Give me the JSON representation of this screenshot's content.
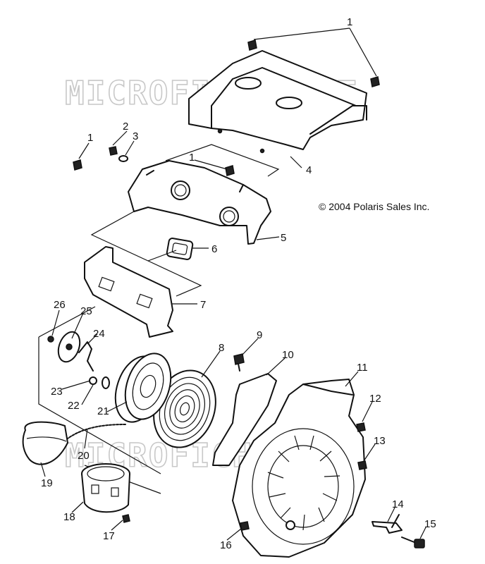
{
  "copyright": "© 2004 Polaris Sales Inc.",
  "watermark": "MICROFICHE.NET",
  "callouts": [
    "1",
    "1",
    "1",
    "2",
    "3",
    "4",
    "5",
    "6",
    "7",
    "8",
    "9",
    "10",
    "11",
    "12",
    "13",
    "14",
    "15",
    "16",
    "17",
    "18",
    "19",
    "20",
    "21",
    "22",
    "23",
    "24",
    "25",
    "26"
  ]
}
